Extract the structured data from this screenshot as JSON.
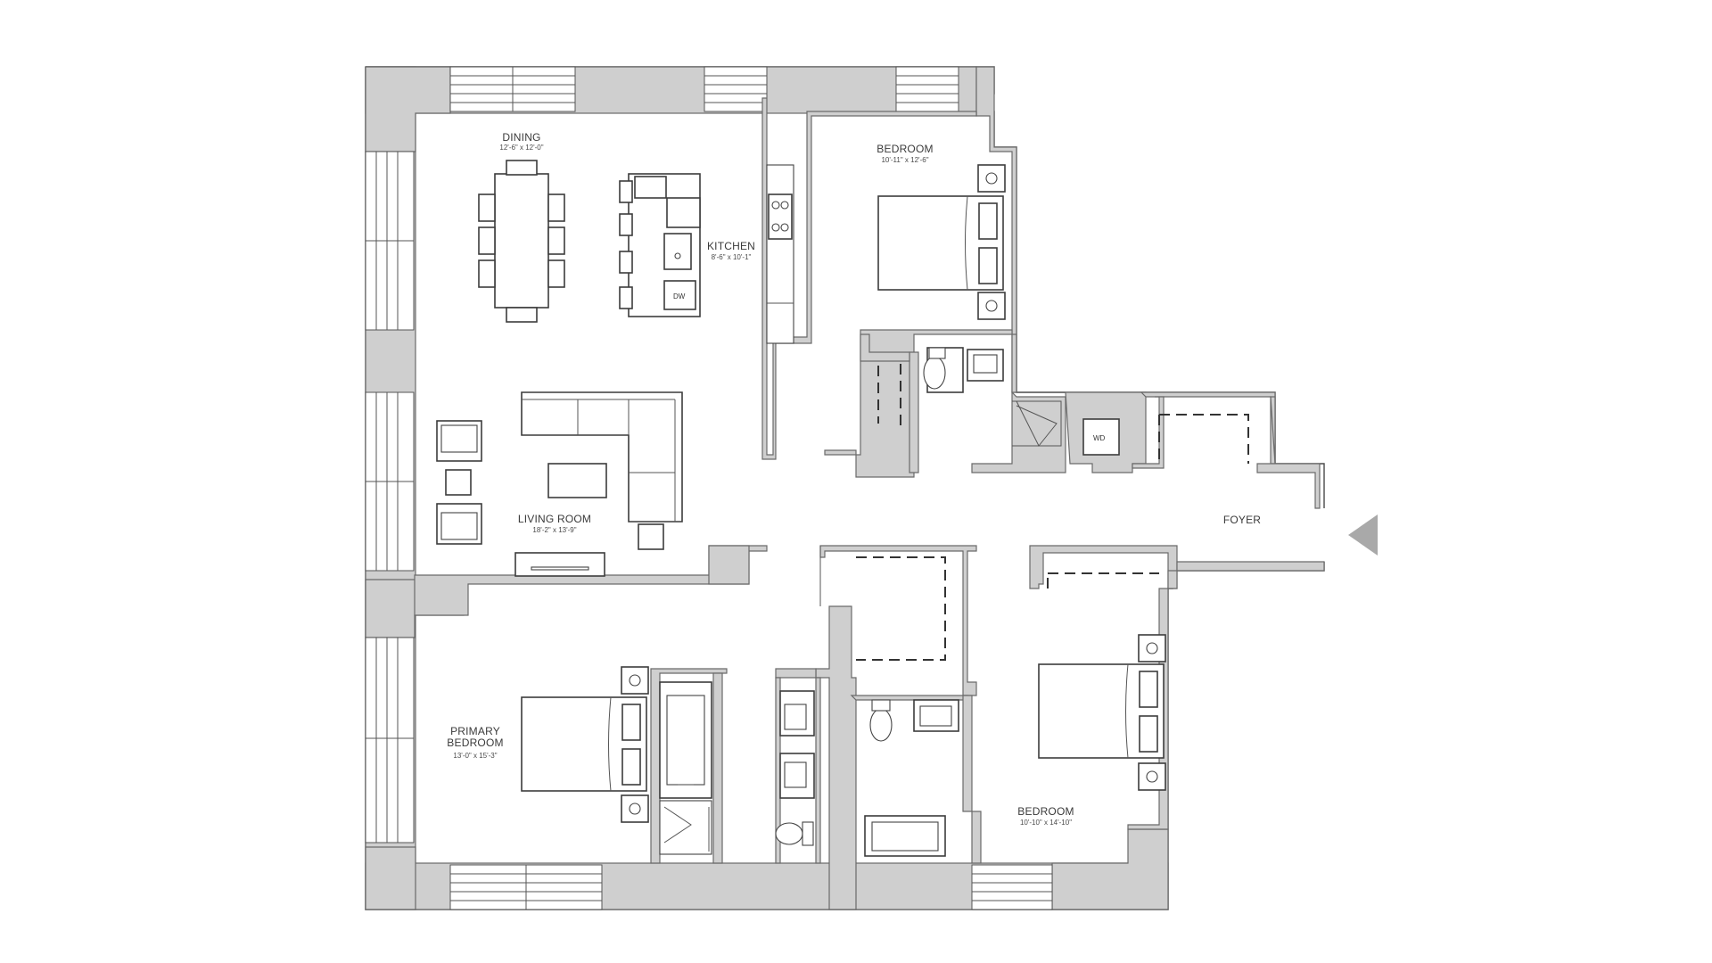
{
  "rooms": {
    "dining": {
      "name": "DINING",
      "dims": "12'-6\" x 12'-0\""
    },
    "kitchen": {
      "name": "KITCHEN",
      "dims": "8'-6\" x 10'-1\""
    },
    "bedroom_1": {
      "name": "BEDROOM",
      "dims": "10'-11\" x 12'-6\""
    },
    "living_room": {
      "name": "LIVING ROOM",
      "dims": "18'-2\" x 13'-9\""
    },
    "foyer": {
      "name": "FOYER"
    },
    "primary_bedroom": {
      "name_line1": "PRIMARY",
      "name_line2": "BEDROOM",
      "dims": "13'-0\" x 15'-3\""
    },
    "bedroom_2": {
      "name": "BEDROOM",
      "dims": "10'-10\" x 14'-10\""
    }
  },
  "appliances": {
    "dishwasher": "DW",
    "washer_dryer": "WD"
  },
  "colors": {
    "wall_fill": "#cfcfcf",
    "line": "#4a4a4a",
    "entry_arrow": "#a9a9a9"
  },
  "icons": [
    "entry-arrow-icon"
  ]
}
